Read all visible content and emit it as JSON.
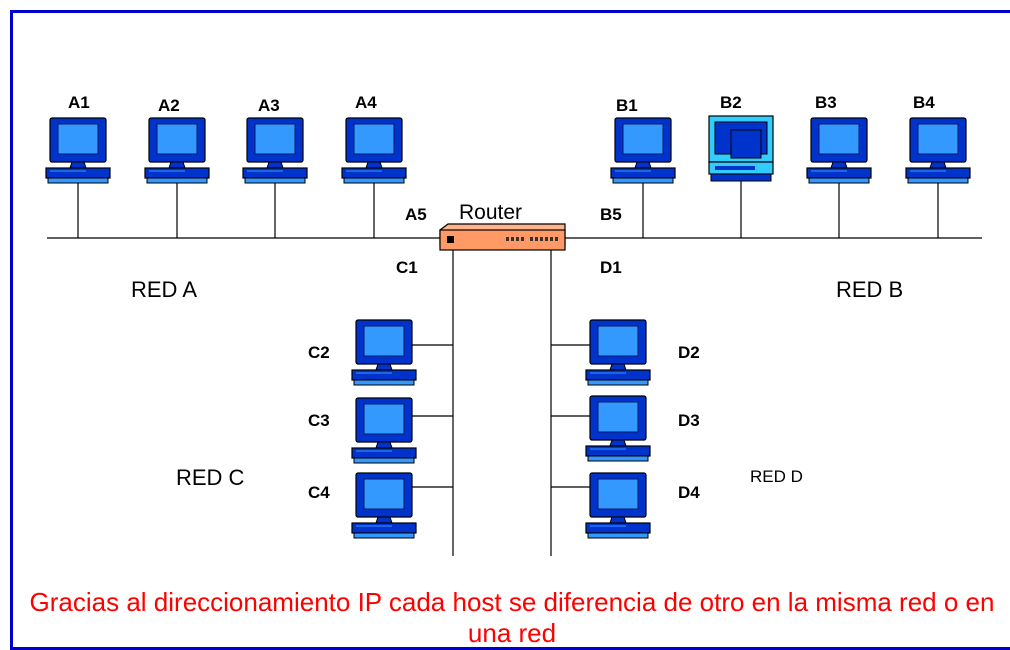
{
  "hosts": {
    "A1": "A1",
    "A2": "A2",
    "A3": "A3",
    "A4": "A4",
    "A5": "A5",
    "B1": "B1",
    "B2": "B2",
    "B3": "B3",
    "B4": "B4",
    "B5": "B5",
    "C1": "C1",
    "C2": "C2",
    "C3": "C3",
    "C4": "C4",
    "D1": "D1",
    "D2": "D2",
    "D3": "D3",
    "D4": "D4"
  },
  "networks": {
    "a": "RED A",
    "b": "RED B",
    "c": "RED C",
    "d": "RED D"
  },
  "router": {
    "label": "Router"
  },
  "caption": "Gracias al direccionamiento IP cada host se diferencia  de otro  en la misma red o en una red",
  "colors": {
    "frame": "#0000cc",
    "monitor": "#0033cc",
    "screen": "#3399ff",
    "highlight_screen": "#33ccff",
    "router": "#ff9966",
    "caption": "#ff0000"
  }
}
